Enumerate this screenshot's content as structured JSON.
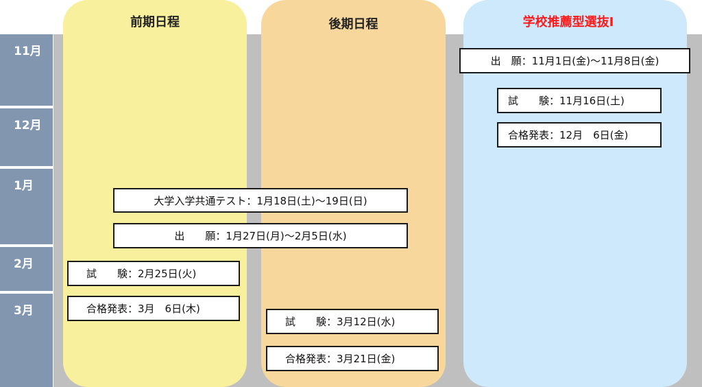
{
  "months": [
    "11月",
    "12月",
    "1月",
    "2月",
    "3月"
  ],
  "columns": {
    "zenki": {
      "title": "前期日程"
    },
    "kouki": {
      "title": "後期日程"
    },
    "suisen": {
      "title": "学校推薦型選抜Ⅰ",
      "title_color": "#ff1a1a"
    }
  },
  "events": {
    "kyotsu_test": "大学入学共通テスト：1月18日(土)～19日(日)",
    "shutsugan_ippan": "出　　願：1月27日(月)～2月5日(水)",
    "zenki_shiken": "試　　験：2月25日(火)",
    "zenki_happyo": "合格発表：3月　6日(木)",
    "kouki_shiken": "試　　験：3月12日(水)",
    "kouki_happyo": "合格発表：3月21日(金)",
    "suisen_shutsugan": "出　願：11月1日(金)～11月8日(金)",
    "suisen_shiken": "試　　験：11月16日(土)",
    "suisen_happyo": "合格発表：12月　6日(金)"
  },
  "colors": {
    "month_bar": "#8296b0",
    "zenki": "#f8f09c",
    "kouki": "#f8d79c",
    "suisen": "#cde9fb",
    "band": "#bfbfbf"
  }
}
